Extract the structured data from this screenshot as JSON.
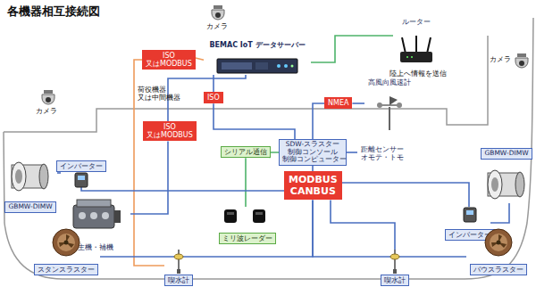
{
  "diagram": {
    "title": "各機器相互接続図",
    "nodes": [
      {
        "text": [
          "ISO 又はMODBUS"
        ]
      },
      {
        "text": [
          "BEMAC IoT データサーバー"
        ]
      },
      {
        "text": [
          "ルーター"
        ]
      },
      {
        "text": [
          "ISO"
        ]
      },
      {
        "text": [
          "ISO 又はMODBUS"
        ]
      },
      {
        "text": [
          "NMEA"
        ]
      },
      {
        "text": [
          "高風向風速計"
        ]
      },
      {
        "text": [
          "インバーター"
        ]
      },
      {
        "text": [
          "SDW-スラスター 制御コンソール 制御コンピューター"
        ]
      },
      {
        "text": [
          "シリアル通信"
        ]
      },
      {
        "text": [
          "距離センサー オモテ・トモ"
        ]
      },
      {
        "text": [
          "GBMW-DIMW"
        ]
      },
      {
        "text": [
          "MODBUS CANBUS"
        ]
      },
      {
        "text": [
          "GBMW-DIMW"
        ]
      },
      {
        "text": [
          "主機・補機"
        ]
      },
      {
        "text": [
          "インバーター"
        ]
      },
      {
        "text": [
          "ミリ波レーダー"
        ]
      },
      {
        "text": [
          "スタンスラスター"
        ]
      },
      {
        "text": [
          "バウスラスター"
        ]
      },
      {
        "text": [
          "喫水計"
        ]
      },
      {
        "text": [
          "喫水計"
        ]
      }
    ],
    "edges": [
      {
        "from": 1,
        "to": 2,
        "arrow": "none"
      },
      {
        "from": 1,
        "to": 0,
        "arrow": "none"
      },
      {
        "from": 0,
        "to": 19,
        "arrow": "none"
      },
      {
        "from": 1,
        "to": 3,
        "arrow": "none"
      },
      {
        "from": 3,
        "to": 8,
        "arrow": "none"
      },
      {
        "from": 1,
        "to": 4,
        "arrow": "none"
      },
      {
        "from": 4,
        "to": 14,
        "arrow": "none"
      },
      {
        "from": 8,
        "to": 5,
        "arrow": "none"
      },
      {
        "from": 5,
        "to": 6,
        "arrow": "none"
      },
      {
        "from": 8,
        "to": 10,
        "arrow": "none"
      },
      {
        "from": 8,
        "to": 9,
        "arrow": "none"
      },
      {
        "from": 9,
        "to": 16,
        "arrow": "none"
      },
      {
        "from": 8,
        "to": 12,
        "arrow": "none"
      },
      {
        "from": 12,
        "to": 7,
        "arrow": "none"
      },
      {
        "from": 7,
        "to": 11,
        "arrow": "none"
      },
      {
        "from": 12,
        "to": 15,
        "arrow": "none"
      },
      {
        "from": 15,
        "to": 13,
        "arrow": "none"
      },
      {
        "from": 12,
        "to": 17,
        "arrow": "none"
      },
      {
        "from": 12,
        "to": 18,
        "arrow": "none"
      },
      {
        "from": 12,
        "to": 20,
        "arrow": "none"
      }
    ],
    "labels": [
      "カメラ",
      "カメラ",
      "カメラ",
      "陸上へ情報を送信",
      "荷役機器 又は中間機器"
    ]
  }
}
